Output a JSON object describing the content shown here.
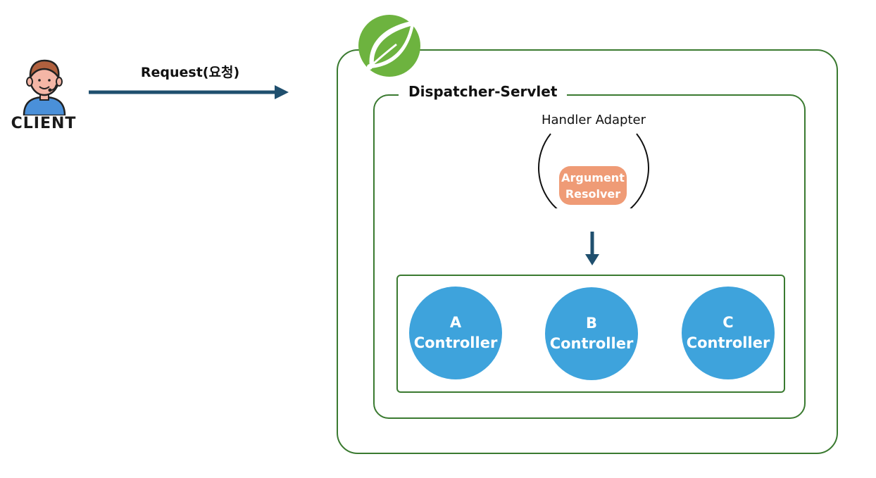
{
  "client": {
    "label": "CLIENT"
  },
  "request": {
    "label": "Request(요청)"
  },
  "spring": {
    "icon": "spring-leaf-icon"
  },
  "dispatcher": {
    "label": "Dispatcher-Servlet"
  },
  "handler_adapter": {
    "label": "Handler Adapter",
    "argument_resolver": {
      "line1": "Argument",
      "line2": "Resolver"
    }
  },
  "controllers": [
    {
      "letter": "A",
      "label": "Controller"
    },
    {
      "letter": "B",
      "label": "Controller"
    },
    {
      "letter": "C",
      "label": "Controller"
    }
  ],
  "colors": {
    "spring_green": "#3a7a30",
    "arrow_navy": "#1f4f6e",
    "controller_blue": "#3ea3dc",
    "resolver_orange": "#ef9b76"
  }
}
